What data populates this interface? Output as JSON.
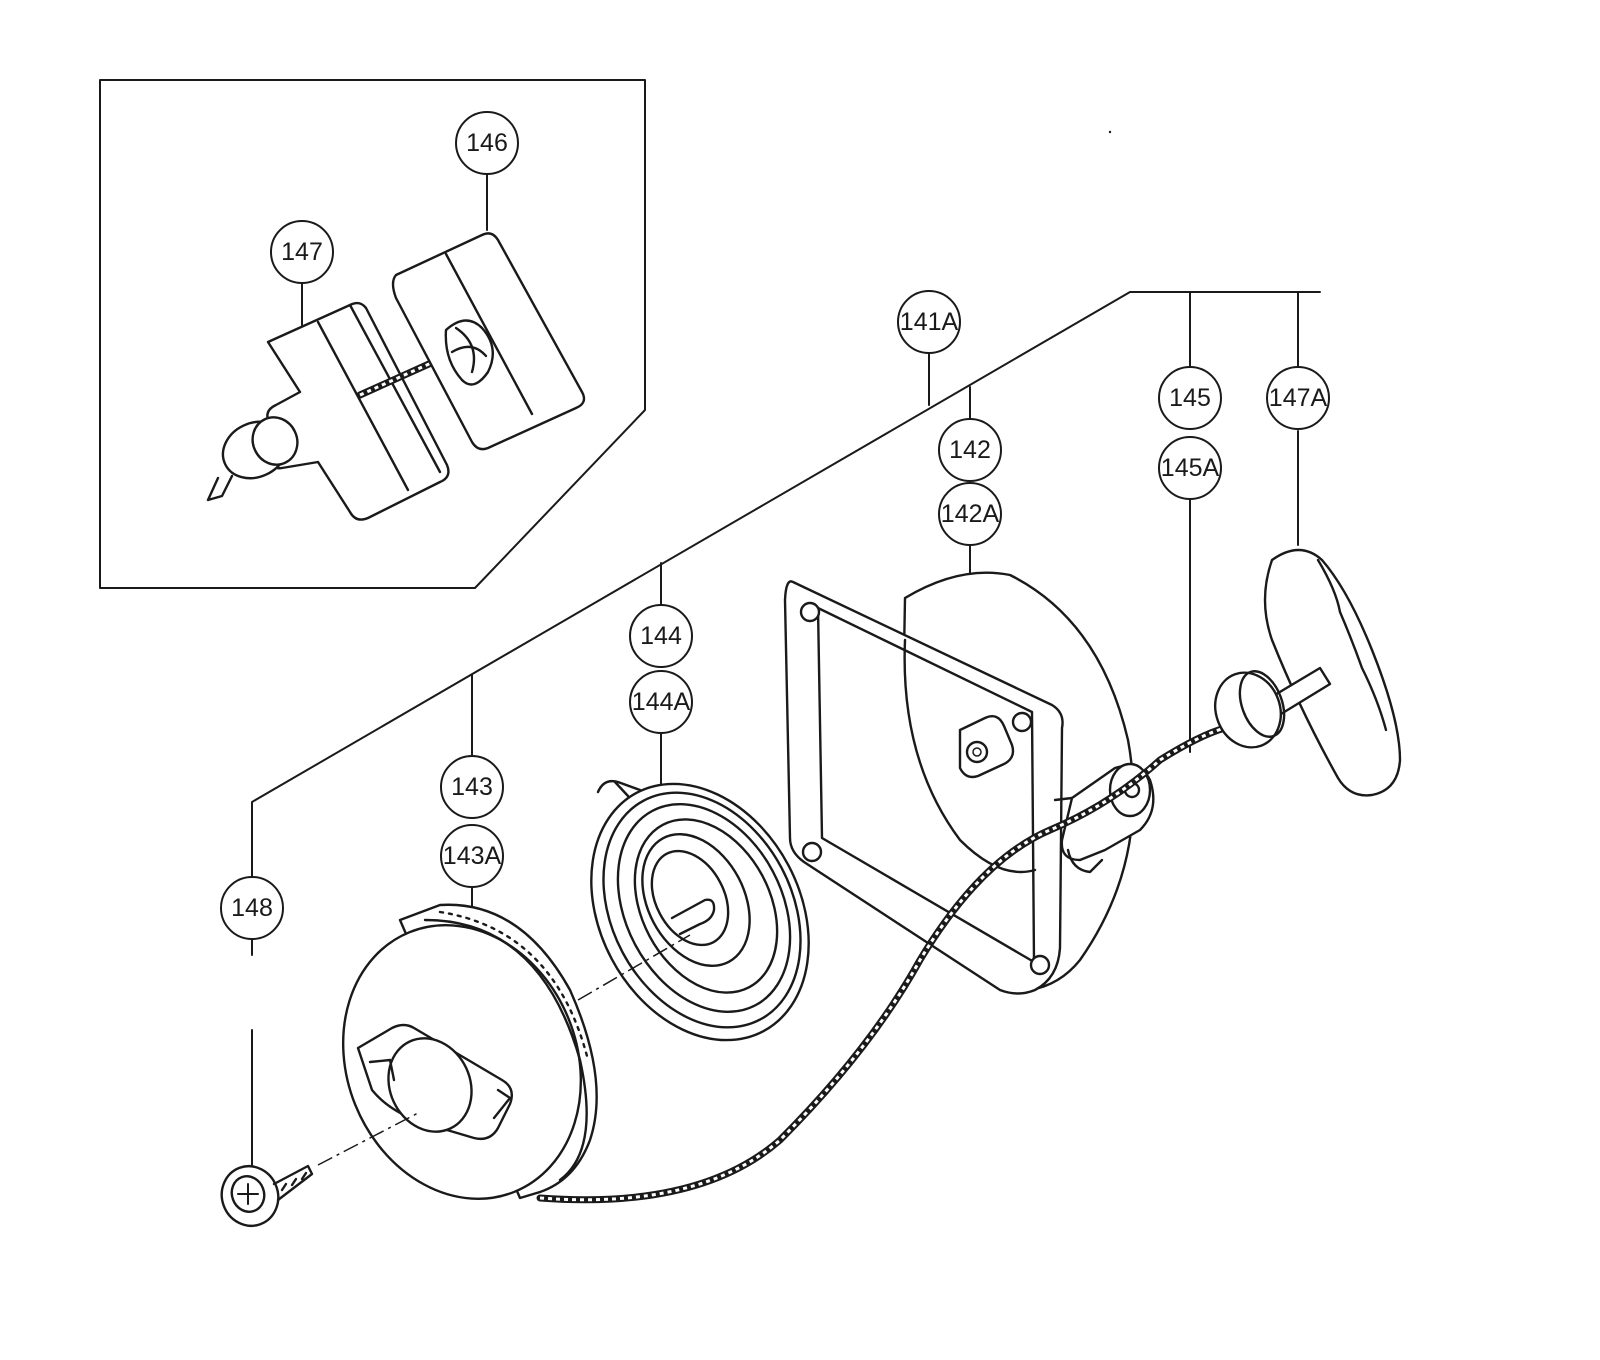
{
  "callouts": {
    "c146": "146",
    "c147": "147",
    "c141A": "141A",
    "c142": "142",
    "c142A": "142A",
    "c145": "145",
    "c145A": "145A",
    "c147A": "147A",
    "c144": "144",
    "c144A": "144A",
    "c143": "143",
    "c143A": "143A",
    "c148": "148"
  }
}
